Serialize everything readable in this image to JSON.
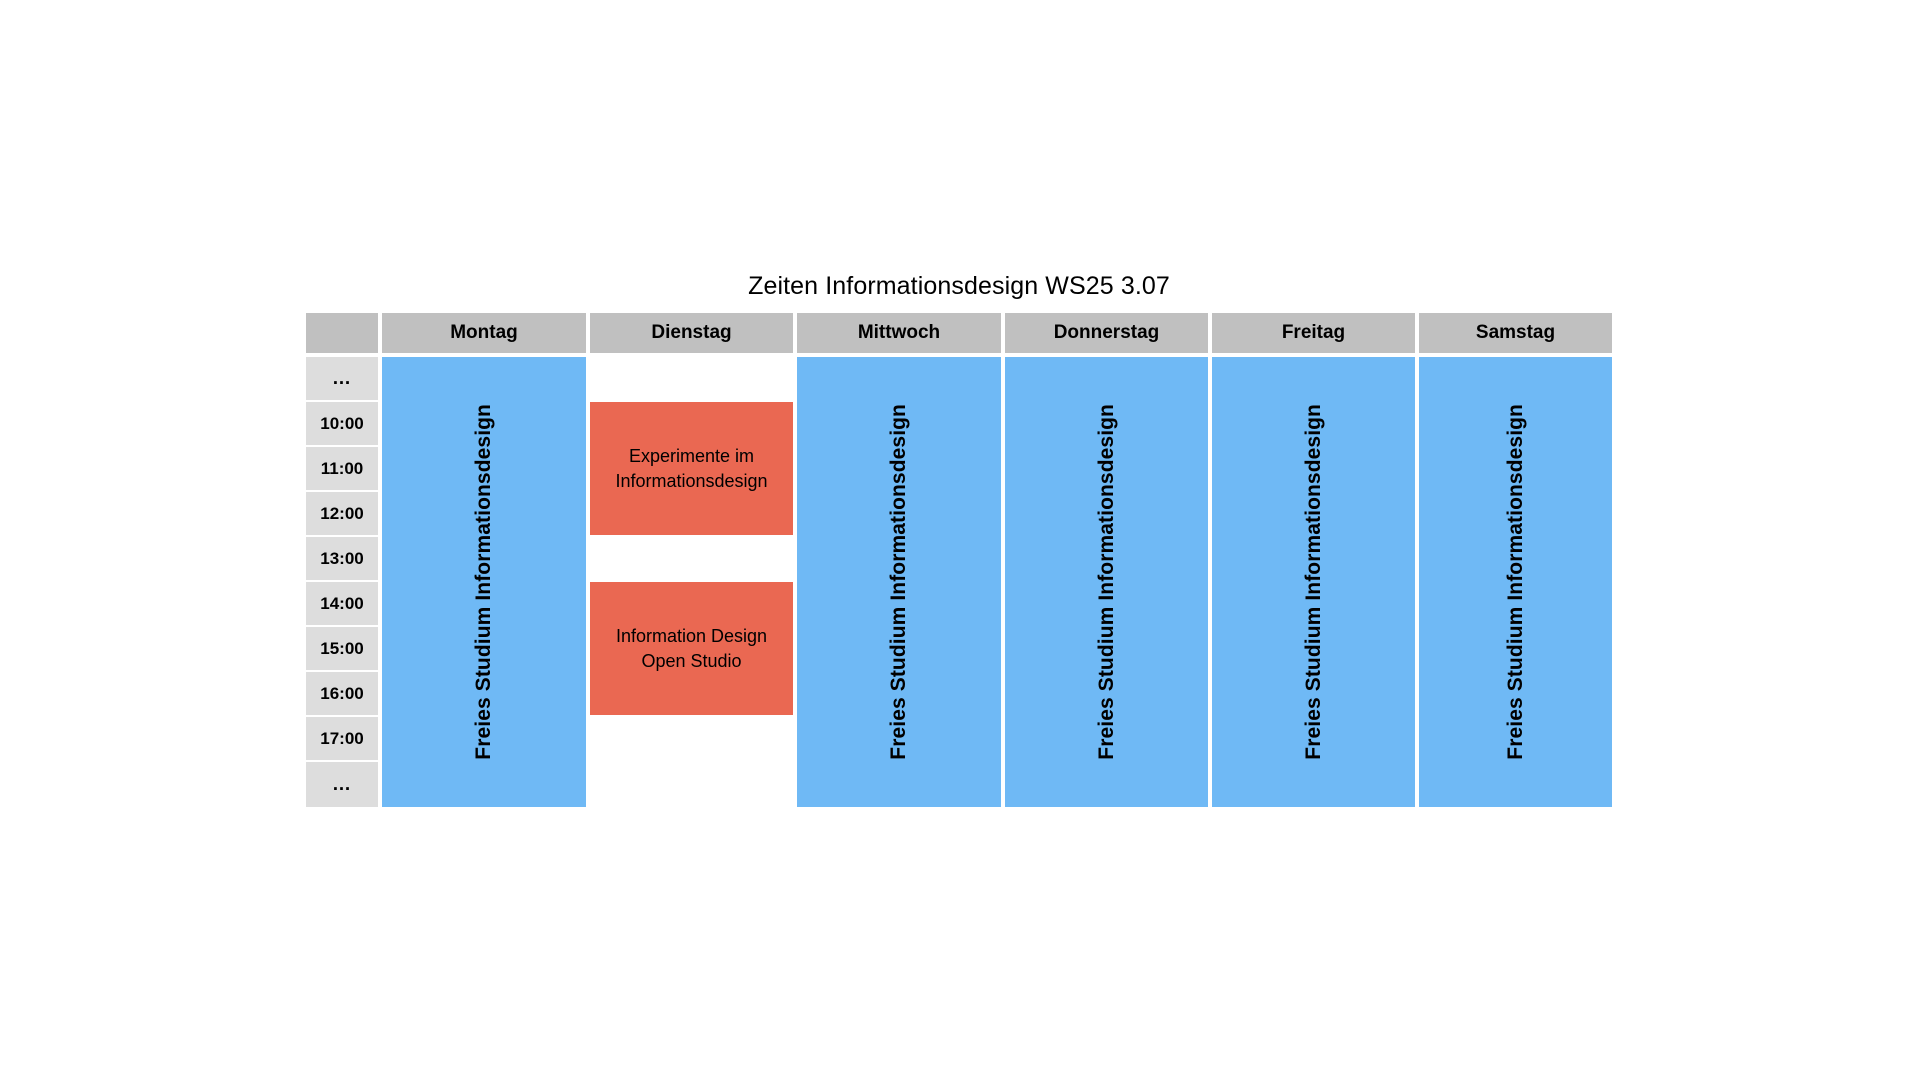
{
  "page": {
    "title": "Zeiten Informationsdesign WS25 3.07",
    "background_color": "#ffffff"
  },
  "colors": {
    "header_gray": "#c0c0c0",
    "time_gray": "#dddddd",
    "event_blue": "#6fb9f5",
    "event_red": "#ea6852",
    "text": "#000000"
  },
  "timetable": {
    "corner_label": "",
    "day_headers": [
      {
        "label": "Montag"
      },
      {
        "label": "Dienstag"
      },
      {
        "label": "Mittwoch"
      },
      {
        "label": "Donnerstag"
      },
      {
        "label": "Freitag"
      },
      {
        "label": "Samstag"
      }
    ],
    "time_rows": [
      {
        "label": "…"
      },
      {
        "label": "10:00"
      },
      {
        "label": "11:00"
      },
      {
        "label": "12:00"
      },
      {
        "label": "13:00"
      },
      {
        "label": "14:00"
      },
      {
        "label": "15:00"
      },
      {
        "label": "16:00"
      },
      {
        "label": "17:00"
      },
      {
        "label": "…"
      }
    ],
    "events": {
      "montag_full": "Freies Studium Informationsdesign",
      "dienstag_morning": "Experimente im Informationsdesign",
      "dienstag_afternoon": "Information Design Open Studio",
      "mittwoch_full": "Freies Studium Informationsdesign",
      "donnerstag_full": "Freies Studium Informationsdesign",
      "freitag_full": "Freies Studium Informationsdesign",
      "samstag_full": "Freies Studium Informationsdesign"
    }
  }
}
